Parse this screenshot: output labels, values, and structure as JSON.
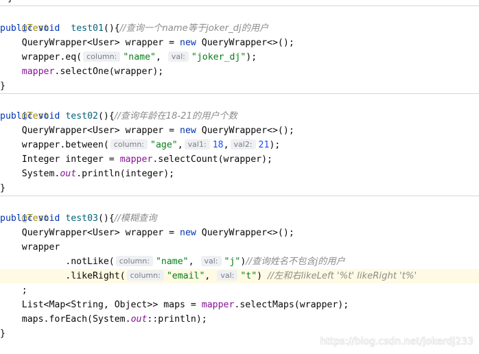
{
  "editor": {
    "top_brace": "}",
    "tests": [
      {
        "annotation": "@Test",
        "kw_public": "public",
        "kw_void": "void",
        "method_name": "test01",
        "open": "(){",
        "comment": "//查询一个name等于joker_dj的用户",
        "body": {
          "l1_a": "QueryWrapper<User> wrapper = ",
          "l1_new": "new",
          "l1_b": " QueryWrapper<>();",
          "l2_a": "wrapper.eq(",
          "l2_h1": "column:",
          "l2_s1": "\"name\"",
          "l2_c": ",",
          "l2_h2": "val:",
          "l2_s2": "\"joker_dj\"",
          "l2_e": ");",
          "l3_field": "mapper",
          "l3_rest": ".selectOne(wrapper);"
        },
        "close": "}"
      },
      {
        "annotation": "@Test",
        "kw_public": "public",
        "kw_void": "void",
        "method_name": "test02",
        "open": "(){",
        "comment": "//查询年龄在18-21的用户个数",
        "body": {
          "l1_a": "QueryWrapper<User> wrapper = ",
          "l1_new": "new",
          "l1_b": " QueryWrapper<>();",
          "l2_a": "wrapper.between(",
          "l2_h1": "column:",
          "l2_s1": "\"age\"",
          "l2_c1": ",",
          "l2_h2": "val1:",
          "l2_n1": "18",
          "l2_c2": ",",
          "l2_h3": "val2:",
          "l2_n2": "21",
          "l2_e": ");",
          "l3_a": "Integer integer = ",
          "l3_field": "mapper",
          "l3_rest": ".selectCount(wrapper);",
          "l4_a": "System.",
          "l4_out": "out",
          "l4_rest": ".println(integer);"
        },
        "close": "}"
      },
      {
        "annotation": "@Test",
        "kw_public": "public",
        "kw_void": "void",
        "method_name": "test03",
        "open": "(){",
        "comment": "//模糊查询",
        "body": {
          "l1_a": "QueryWrapper<User> wrapper = ",
          "l1_new": "new",
          "l1_b": " QueryWrapper<>();",
          "l2": "wrapper",
          "l3_a": ".notLike(",
          "l3_h1": "column:",
          "l3_s1": "\"name\"",
          "l3_c": ",",
          "l3_h2": "val:",
          "l3_s2": "\"j\"",
          "l3_e": ")",
          "l3_cmt": "//查询姓名不包含j的用户",
          "l4_a": ".likeRight(",
          "l4_h1": "column:",
          "l4_s1": "\"email\"",
          "l4_c": ",",
          "l4_h2": "val:",
          "l4_s2": "\"t\"",
          "l4_e": ") ",
          "l4_cmt": "//左和右likeLeft '%t' likeRight 't%'",
          "l5": ";",
          "l6_a": "List<Map<String, Object>> maps = ",
          "l6_field": "mapper",
          "l6_rest": ".selectMaps(wrapper);",
          "l7_a": "maps.forEach(System.",
          "l7_out": "out",
          "l7_rest": "::println);"
        },
        "close": "}"
      }
    ]
  },
  "watermark": "https://blog.csdn.net/jokerdj233",
  "colors": {
    "annotation": "#9e880d",
    "keyword": "#0033b3",
    "method": "#00627a",
    "comment": "#8c8c8c",
    "string": "#067d17",
    "number": "#1750eb",
    "field": "#871094",
    "current_line": "#fffae3"
  }
}
